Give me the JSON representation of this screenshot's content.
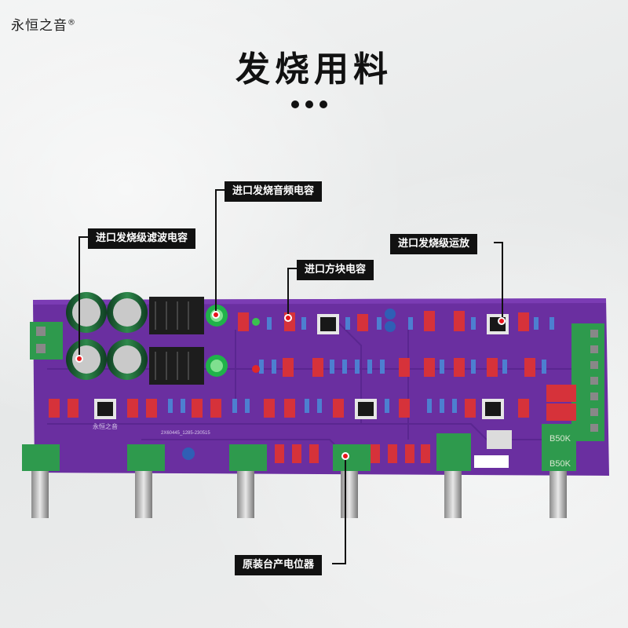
{
  "brand": {
    "name": "永恒之音",
    "mark": "®"
  },
  "headline": "发烧用料",
  "callouts": {
    "audio_cap": "进口发烧音频电容",
    "filter_cap": "进口发烧级滤波电容",
    "opamp": "进口发烧级运放",
    "box_cap": "进口方块电容",
    "pot": "原装台产电位器"
  },
  "board_text": {
    "pot_label_1": "B50K",
    "pot_label_2": "B50K",
    "model": "2X60445_1285-230515",
    "brand_mark": "永恒之音"
  },
  "colors": {
    "board": "#6a2fa0",
    "marker": "#e8141b"
  }
}
